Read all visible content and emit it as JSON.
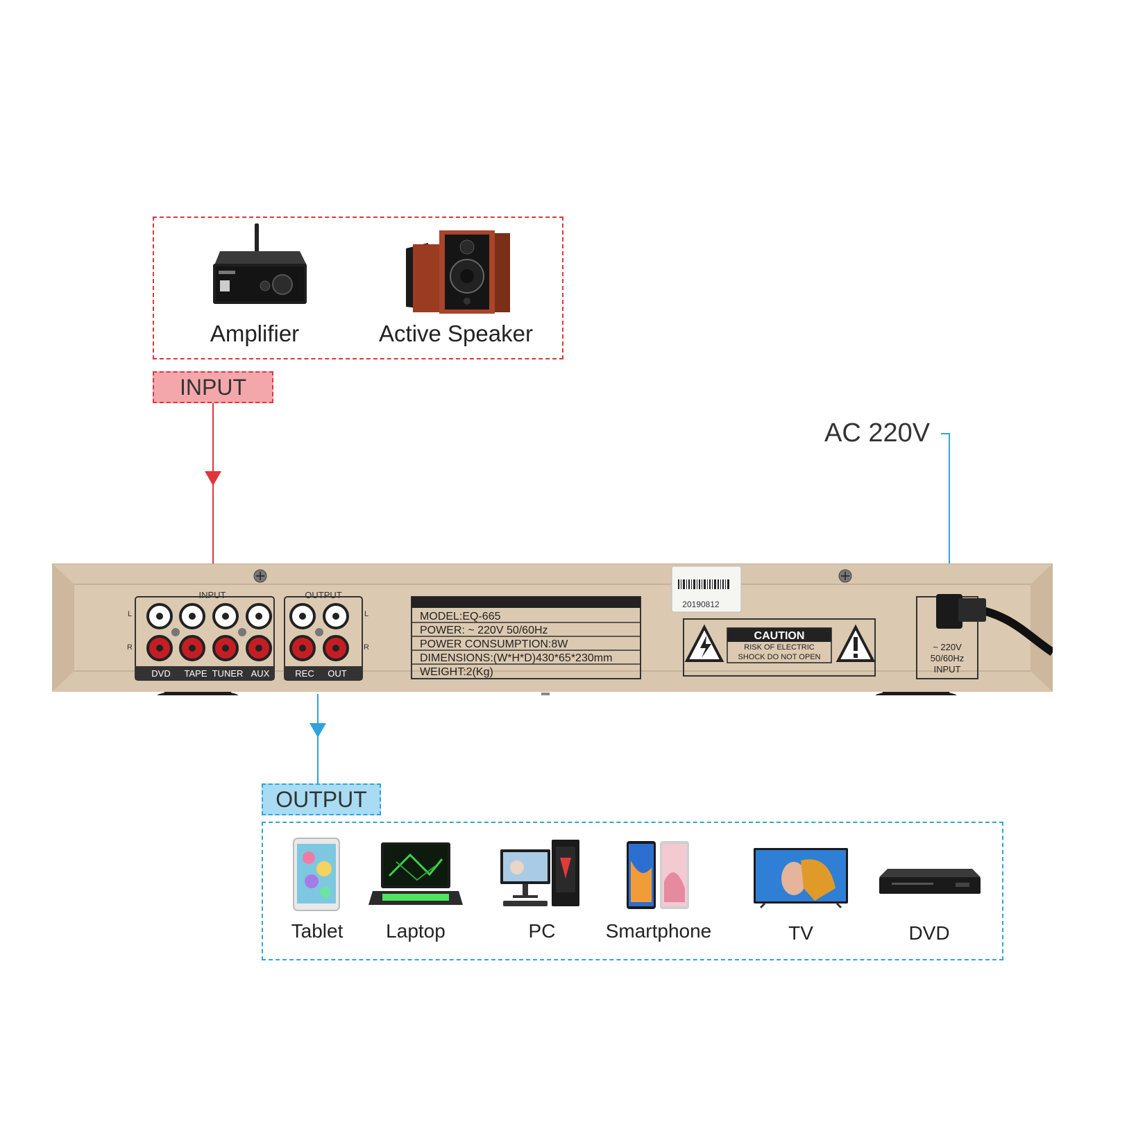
{
  "input_devices": {
    "items": [
      {
        "label": "Amplifier",
        "icon": "amplifier-icon"
      },
      {
        "label": "Active Speaker",
        "icon": "speaker-icon"
      }
    ]
  },
  "input_tag": "INPUT",
  "output_tag": "OUTPUT",
  "ac_label": "AC 220V",
  "output_devices": {
    "items": [
      {
        "label": "Tablet",
        "icon": "tablet-icon"
      },
      {
        "label": "Laptop",
        "icon": "laptop-icon"
      },
      {
        "label": "PC",
        "icon": "pc-icon"
      },
      {
        "label": "Smartphone",
        "icon": "smartphone-icon"
      },
      {
        "label": "TV",
        "icon": "tv-icon"
      },
      {
        "label": "DVD",
        "icon": "dvd-icon"
      }
    ]
  },
  "panel": {
    "input_group_title": "INPUT",
    "output_group_title": "OUTPUT",
    "input_channels": [
      "DVD",
      "TAPE",
      "TUNER",
      "AUX"
    ],
    "output_channels": [
      "REC",
      "OUT"
    ],
    "left_mark": "L",
    "right_mark": "R",
    "spec_lines": [
      "MODEL:EQ-665",
      "POWER: ~ 220V 50/60Hz",
      "POWER CONSUMPTION:8W",
      "DIMENSIONS:(W*H*D)430*65*230mm",
      "WEIGHT:2(Kg)"
    ],
    "caution_title": "CAUTION",
    "caution_line1": "RISK OF ELECTRIC",
    "caution_line2": "SHOCK DO NOT OPEN",
    "sticker_code": "20190812",
    "power_line1": "~ 220V",
    "power_line2": "50/60Hz",
    "power_line3": "INPUT"
  },
  "colors": {
    "input_accent": "#e0353a",
    "output_accent": "#2fa3de",
    "panel_body": "#ddcbb4"
  }
}
